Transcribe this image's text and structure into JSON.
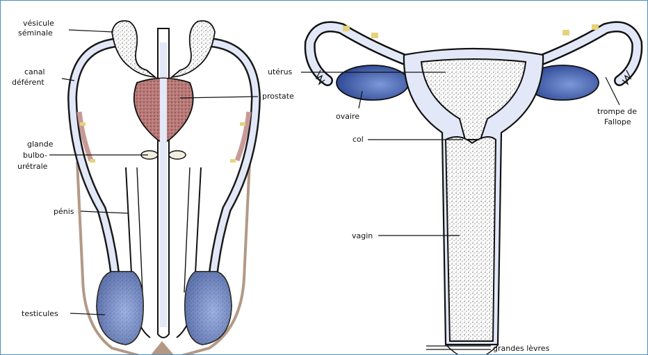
{
  "colors": {
    "border": "#4a8fc4",
    "testis_blue": "#5a78c2",
    "prostate_red": "#b97a78",
    "tube_tint": "#e2e8f7",
    "speckle": "#555555",
    "skin": "#b39985"
  },
  "male": {
    "labels": {
      "vesicule_line1": "vésicule",
      "vesicule_line2": "séminale",
      "canal_line1": "canal",
      "canal_line2": "déférent",
      "prostate": "prostate",
      "glande_line1": "glande",
      "glande_line2": "bulbo-",
      "glande_line3": "urétrale",
      "penis": "pénis",
      "testicules": "testicules"
    }
  },
  "female": {
    "labels": {
      "uterus": "utérus",
      "ovaire": "ovaire",
      "trompe_line1": "trompe de",
      "trompe_line2": "Fallope",
      "col": "col",
      "vagin": "vagin",
      "grandes_levres": "grandes lèvres"
    }
  }
}
